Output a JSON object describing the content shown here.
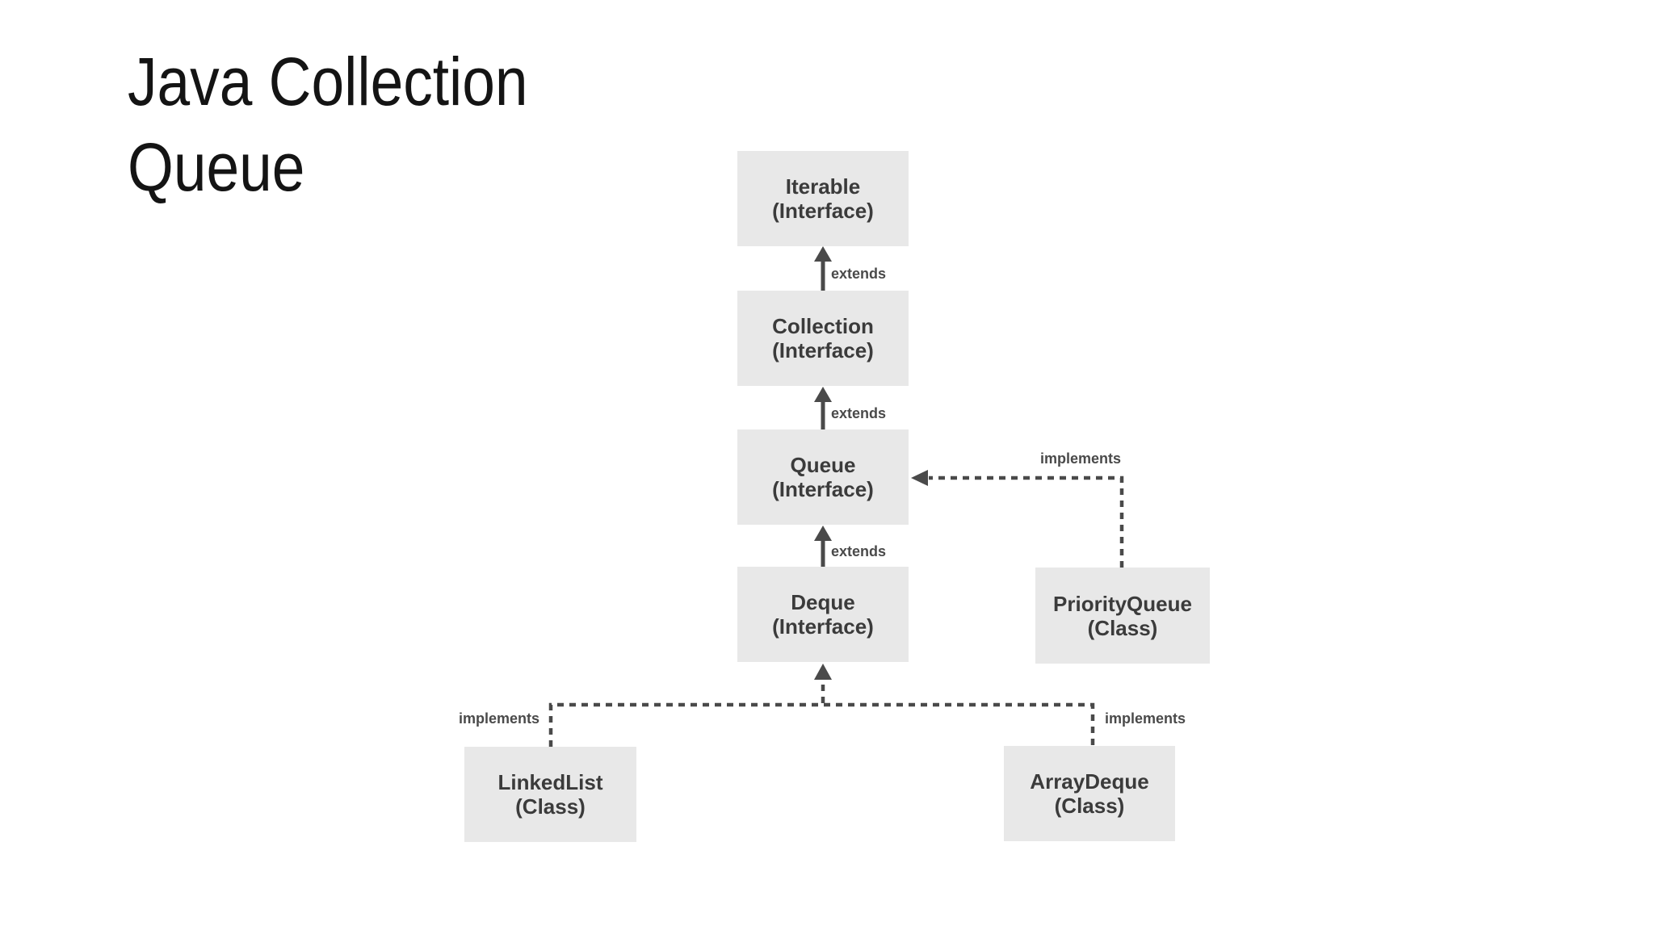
{
  "slide": {
    "title": {
      "line1": "Java Collection",
      "line2": "Queue"
    }
  },
  "diagram": {
    "nodes": [
      {
        "id": "iterable",
        "name": "Iterable",
        "kind": "(Interface)"
      },
      {
        "id": "collection",
        "name": "Collection",
        "kind": "(Interface)"
      },
      {
        "id": "queue",
        "name": "Queue",
        "kind": "(Interface)"
      },
      {
        "id": "deque",
        "name": "Deque",
        "kind": "(Interface)"
      },
      {
        "id": "priorityqueue",
        "name": "PriorityQueue",
        "kind": "(Class)"
      },
      {
        "id": "linkedlist",
        "name": "LinkedList",
        "kind": "(Class)"
      },
      {
        "id": "arraydeque",
        "name": "ArrayDeque",
        "kind": "(Class)"
      }
    ],
    "edges": [
      {
        "from": "Collection",
        "to": "Iterable",
        "label": "extends",
        "style": "solid-arrow"
      },
      {
        "from": "Queue",
        "to": "Collection",
        "label": "extends",
        "style": "solid-arrow"
      },
      {
        "from": "Deque",
        "to": "Queue",
        "label": "extends",
        "style": "solid-arrow"
      },
      {
        "from": "PriorityQueue",
        "to": "Queue",
        "label": "implements",
        "style": "dashed-arrow"
      },
      {
        "from": "LinkedList",
        "to": "Deque",
        "label": "implements",
        "style": "dashed-arrow"
      },
      {
        "from": "ArrayDeque",
        "to": "Deque",
        "label": "implements",
        "style": "dashed-arrow"
      }
    ],
    "colors": {
      "background": "#ffffff",
      "node_fill": "#e8e8e8",
      "node_text": "#3b3b3b",
      "connector": "#4a4a4a",
      "title_text": "#141414"
    }
  }
}
